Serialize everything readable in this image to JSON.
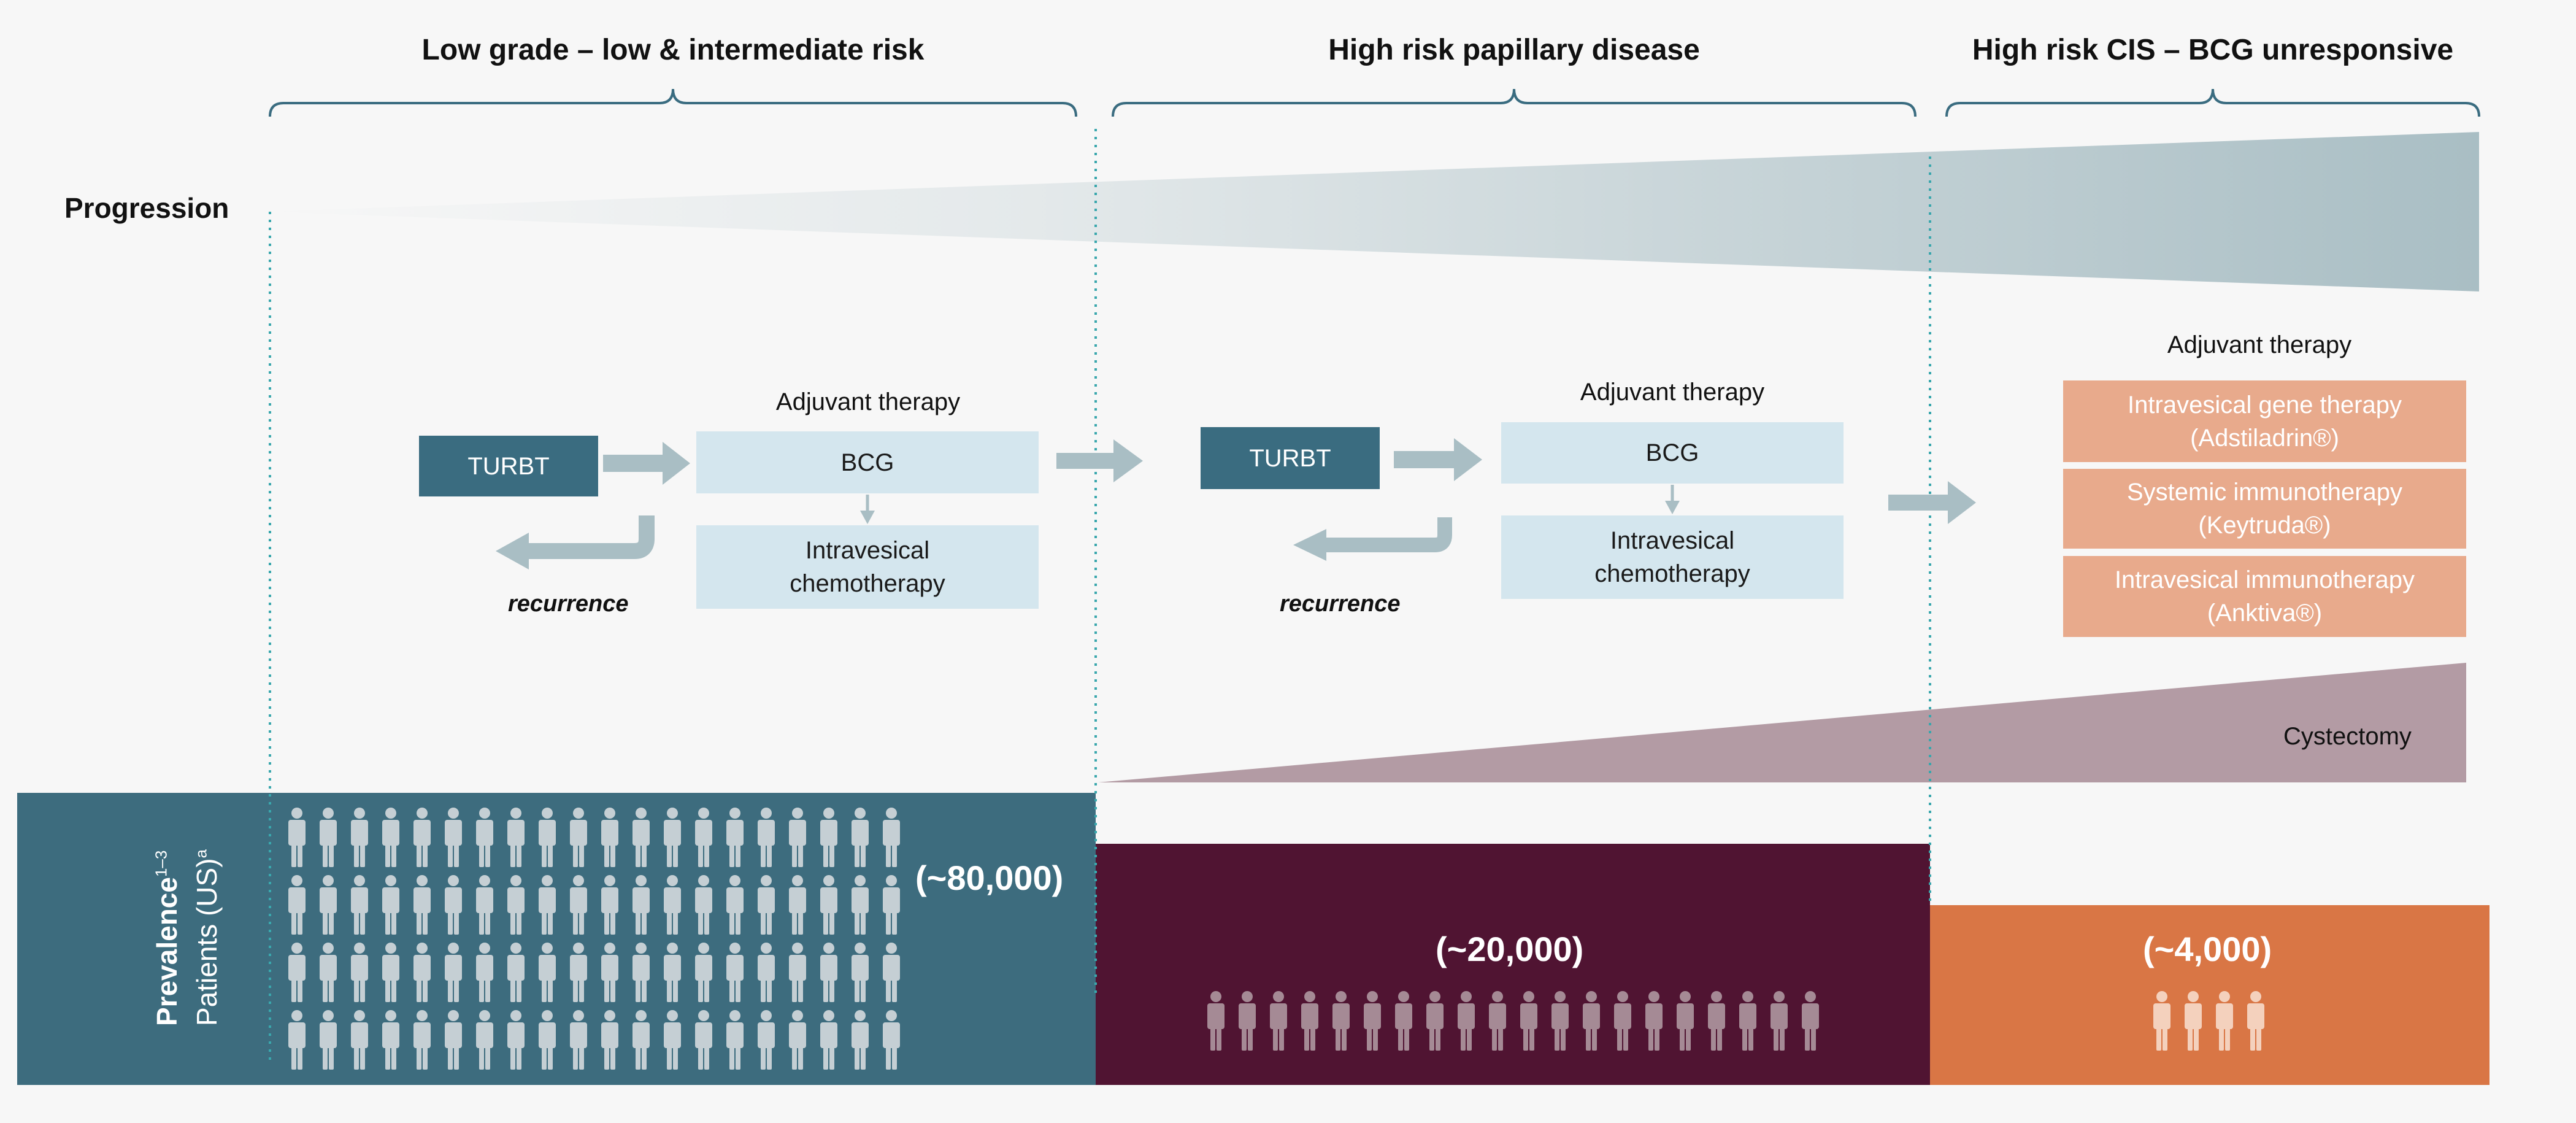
{
  "headers": {
    "low": "Low grade – low & intermediate risk",
    "high_papillary": "High risk papillary disease",
    "high_cis": "High risk CIS – BCG unresponsive"
  },
  "progression_label": "Progression",
  "stages": {
    "low": {
      "turbt": "TURBT",
      "recurrence": "recurrence",
      "adjuvant_title": "Adjuvant therapy",
      "bcg": "BCG",
      "chemo_line1": "Intravesical",
      "chemo_line2": "chemotherapy",
      "count": "(~80,000)",
      "people_rows": [
        20,
        20,
        20,
        20
      ]
    },
    "high_papillary": {
      "turbt": "TURBT",
      "recurrence": "recurrence",
      "adjuvant_title": "Adjuvant therapy",
      "bcg": "BCG",
      "chemo_line1": "Intravesical",
      "chemo_line2": "chemotherapy",
      "count": "(~20,000)",
      "people_rows": [
        20
      ]
    },
    "high_cis": {
      "adjuvant_title": "Adjuvant therapy",
      "therapies": [
        {
          "line1": "Intravesical gene therapy",
          "line2": "(Adstiladrin®)"
        },
        {
          "line1": "Systemic immunotherapy",
          "line2": "(Keytruda®)"
        },
        {
          "line1": "Intravesical immunotherapy",
          "line2": "(Anktiva®)"
        }
      ],
      "count": "(~4,000)",
      "people_rows": [
        4
      ]
    }
  },
  "cystectomy_label": "Cystectomy",
  "prevalence": {
    "label": "Prevalence",
    "label_sup": "1–3",
    "sublabel": "Patients (US)",
    "sublabel_sup": "a"
  },
  "colors": {
    "teal_dark": "#3d6c7e",
    "plum": "#501432",
    "orange": "#d97645",
    "gray_blue": "#a9bec4",
    "mauve": "#b39ba4",
    "light_blue": "#d4e6ee",
    "salmon": "#e8aa8c",
    "dotted": "#3aa7ad",
    "brace": "#3a6c80"
  }
}
